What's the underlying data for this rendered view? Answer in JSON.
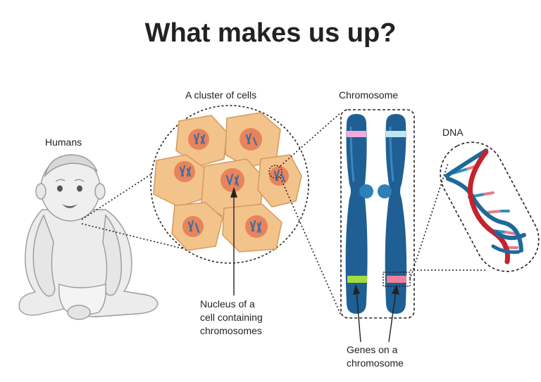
{
  "title": "What makes us up?",
  "labels": {
    "humans": "Humans",
    "cluster": "A cluster of cells",
    "chromosome": "Chromosome",
    "dna": "DNA",
    "nucleus": [
      "Nucleus of a",
      "cell containing",
      "chromosomes"
    ],
    "genes": [
      "Genes on a",
      "chromosome"
    ]
  },
  "colors": {
    "cell": "#f3c38c",
    "cell_outline": "#d49a5c",
    "nucleus": "#e8845c",
    "chromosome": "#1f5f93",
    "chromosome_light": "#2f7fb8",
    "band_pink": "#f4a9d8",
    "band_cyan": "#bfe6f2",
    "band_green": "#a4dc3c",
    "band_rose": "#f07f9c",
    "dna_red": "#c4232d",
    "dna_blue": "#1d6a9a"
  },
  "icons": [
    "baby-figure",
    "cell-cluster",
    "chromosome-pair",
    "dna-helix"
  ]
}
